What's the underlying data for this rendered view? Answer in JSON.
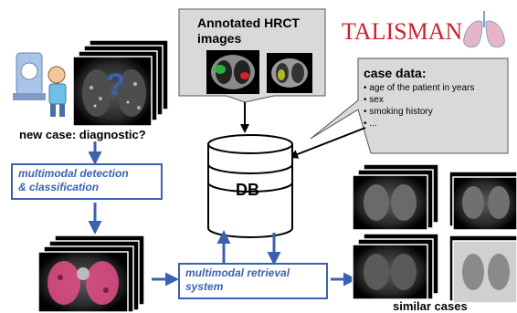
{
  "brand": {
    "name": "TALISMAN",
    "color": "#c8242e",
    "logo_icon": "lungs-icon"
  },
  "annotated": {
    "title_line1": "Annotated HRCT",
    "title_line2": "images"
  },
  "case_data": {
    "title": "case data:",
    "items": [
      "age of the patient in years",
      "sex",
      "smoking history",
      "..."
    ]
  },
  "new_case": {
    "caption": "new case: diagnostic?",
    "question_mark": "?"
  },
  "detection": {
    "line1": "multimodal detection",
    "line2": "& classification"
  },
  "retrieval": {
    "line1": "multimodal retrieval",
    "line2": "system"
  },
  "database": {
    "label": "DB"
  },
  "similar": {
    "caption": "similar cases"
  },
  "colors": {
    "flow_blue": "#3b62b0",
    "callout_gray": "#d9d9d9",
    "annotation_green": "#27b33a",
    "annotation_red": "#d2232a",
    "highlight_pink": "#e44d87"
  }
}
